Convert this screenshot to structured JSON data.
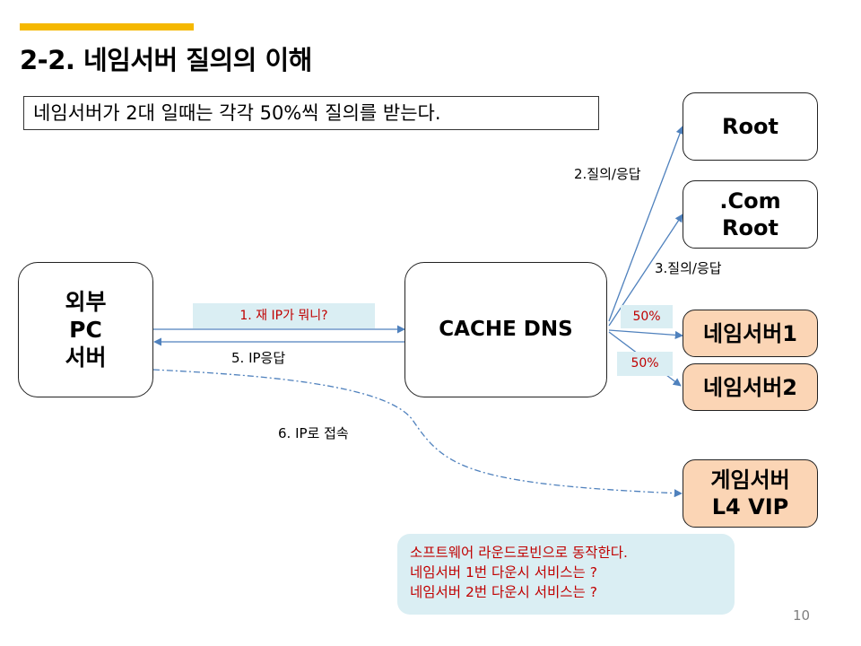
{
  "header": {
    "title": "2-2. 네임서버 질의의 이해",
    "note": "네임서버가 2대 일때는 각각 50%씩 질의를 받는다."
  },
  "nodes": {
    "client": [
      "외부",
      "PC",
      "서버"
    ],
    "cache_dns": "CACHE DNS",
    "root": "Root",
    "com_root": [
      ".Com",
      "Root"
    ],
    "nameserver1": "네임서버1",
    "nameserver2": "네임서버2",
    "game_server": [
      "게임서버",
      "L4 VIP"
    ]
  },
  "edges": {
    "step1": "1. 재 IP가 뭐니?",
    "step2": "2.질의/응답",
    "step3": "3.질의/응답",
    "step5": "5. IP응답",
    "step6": "6. IP로 접속",
    "share_ns1": "50%",
    "share_ns2": "50%"
  },
  "software_note": [
    "소프트웨어 라운드로빈으로 동작한다.",
    "네임서버 1번 다운시  서비스는 ?",
    "네임서버 2번 다운시  서비스는 ?"
  ],
  "page_number": "10",
  "colors": {
    "accent": "#f5b800",
    "nameserver_fill": "#fbd5b5",
    "tag_fill": "#daeef3",
    "tag_text": "#c00000",
    "arrow": "#4f81bd"
  }
}
